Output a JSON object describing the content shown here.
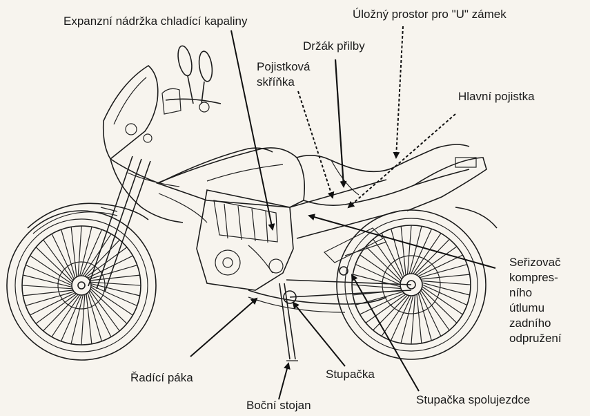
{
  "labels": {
    "expansion_tank": "Expanzní nádržka chladící kapaliny",
    "u_lock_storage": "Úložný prostor pro \"U\" zámek",
    "helmet_holder": "Držák přilby",
    "fuse_box": "Pojistková\nskříňka",
    "main_fuse": "Hlavní pojistka",
    "shock_adjuster": "Seřizovač\nkompres-\nního\nútlumu\nzadního\nodpružení",
    "shift_lever": "Řadící páka",
    "footpeg": "Stupačka",
    "passenger_footpeg": "Stupačka spolujezdce",
    "side_stand": "Boční stojan"
  },
  "colors": {
    "background": "#f7f4ee",
    "ink": "#1a1a1a"
  }
}
